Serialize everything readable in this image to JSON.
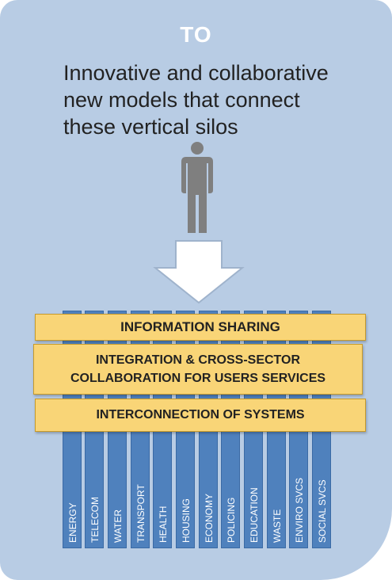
{
  "diagram": {
    "heading": "TO",
    "description_lines": [
      "Innovative and collaborative",
      "new models that connect",
      "these vertical silos"
    ],
    "layers": {
      "information_sharing": "INFORMATION SHARING",
      "integration_line1": "INTEGRATION & CROSS-SECTOR",
      "integration_line2": "COLLABORATION FOR USERS SERVICES",
      "interconnection": "INTERCONNECTION OF SYSTEMS"
    },
    "silos": [
      "ENERGY",
      "TELECOM",
      "WATER",
      "TRANSPORT",
      "HEALTH",
      "HOUSING",
      "ECONOMY",
      "POLICING",
      "EDUCATION",
      "WASTE",
      "ENVIRO SVCS",
      "SOCIAL SVCS"
    ],
    "colors": {
      "panel": "#b8cce4",
      "silo": "#4f81bd",
      "layer": "#f9d577",
      "person": "#7f7f7f"
    },
    "icons": [
      "person-icon",
      "down-arrow-icon"
    ]
  }
}
